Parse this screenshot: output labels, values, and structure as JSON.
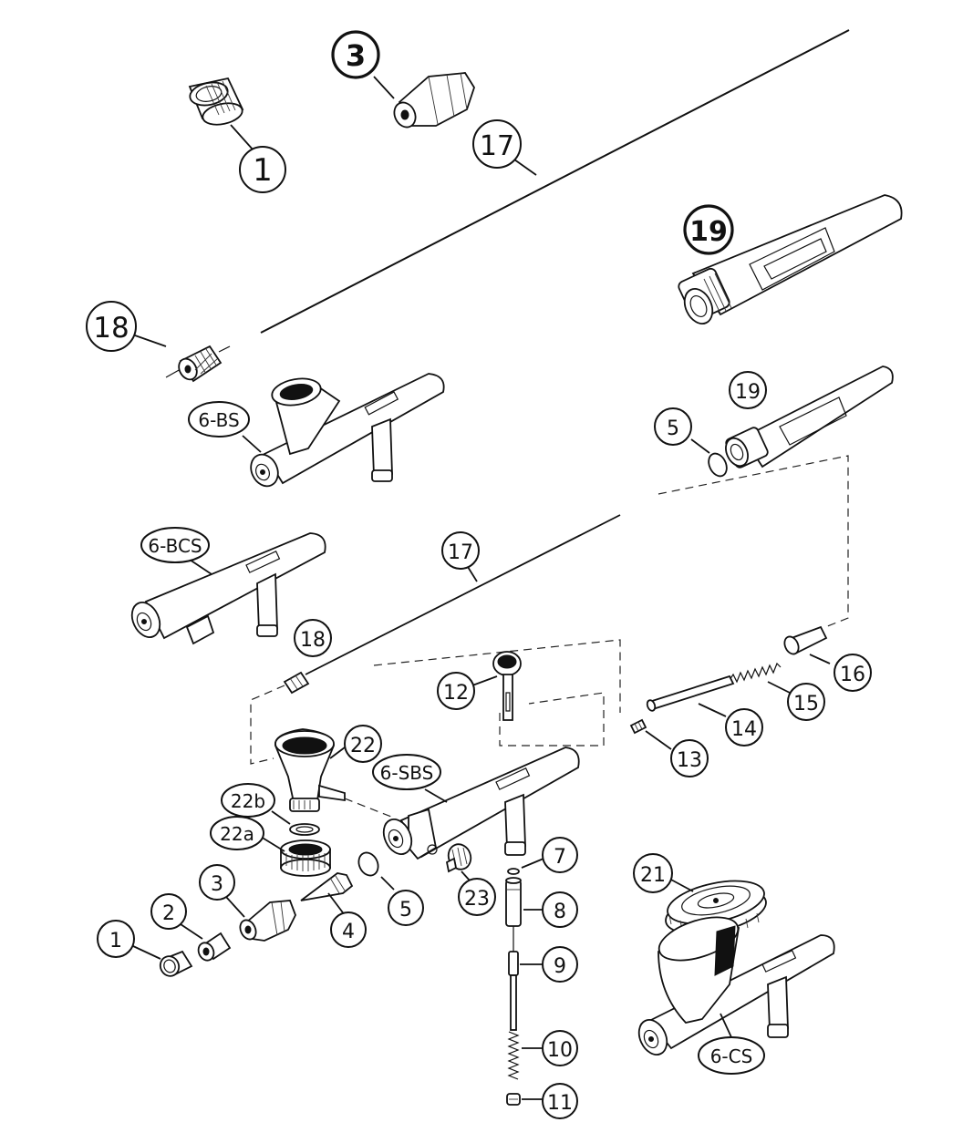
{
  "diagram": {
    "labels": {
      "c1_top": "1",
      "c3_top": "3",
      "c17_top": "17",
      "c19_top": "19",
      "c18_left": "18",
      "m6bs": "6-BS",
      "c19_mid": "19",
      "c5_mid": "5",
      "m6bcs": "6-BCS",
      "c17_mid": "17",
      "c18_mid": "18",
      "c12": "12",
      "c16": "16",
      "c15": "15",
      "c14": "14",
      "c13": "13",
      "c22": "22",
      "m6sbs": "6-SBS",
      "c22b": "22b",
      "c22a": "22a",
      "c7": "7",
      "c21": "21",
      "c3_low": "3",
      "c2": "2",
      "c1_low": "1",
      "c4": "4",
      "c5_low": "5",
      "c23": "23",
      "c8": "8",
      "c9": "9",
      "c10": "10",
      "c11": "11",
      "m6cs": "6-CS"
    }
  }
}
